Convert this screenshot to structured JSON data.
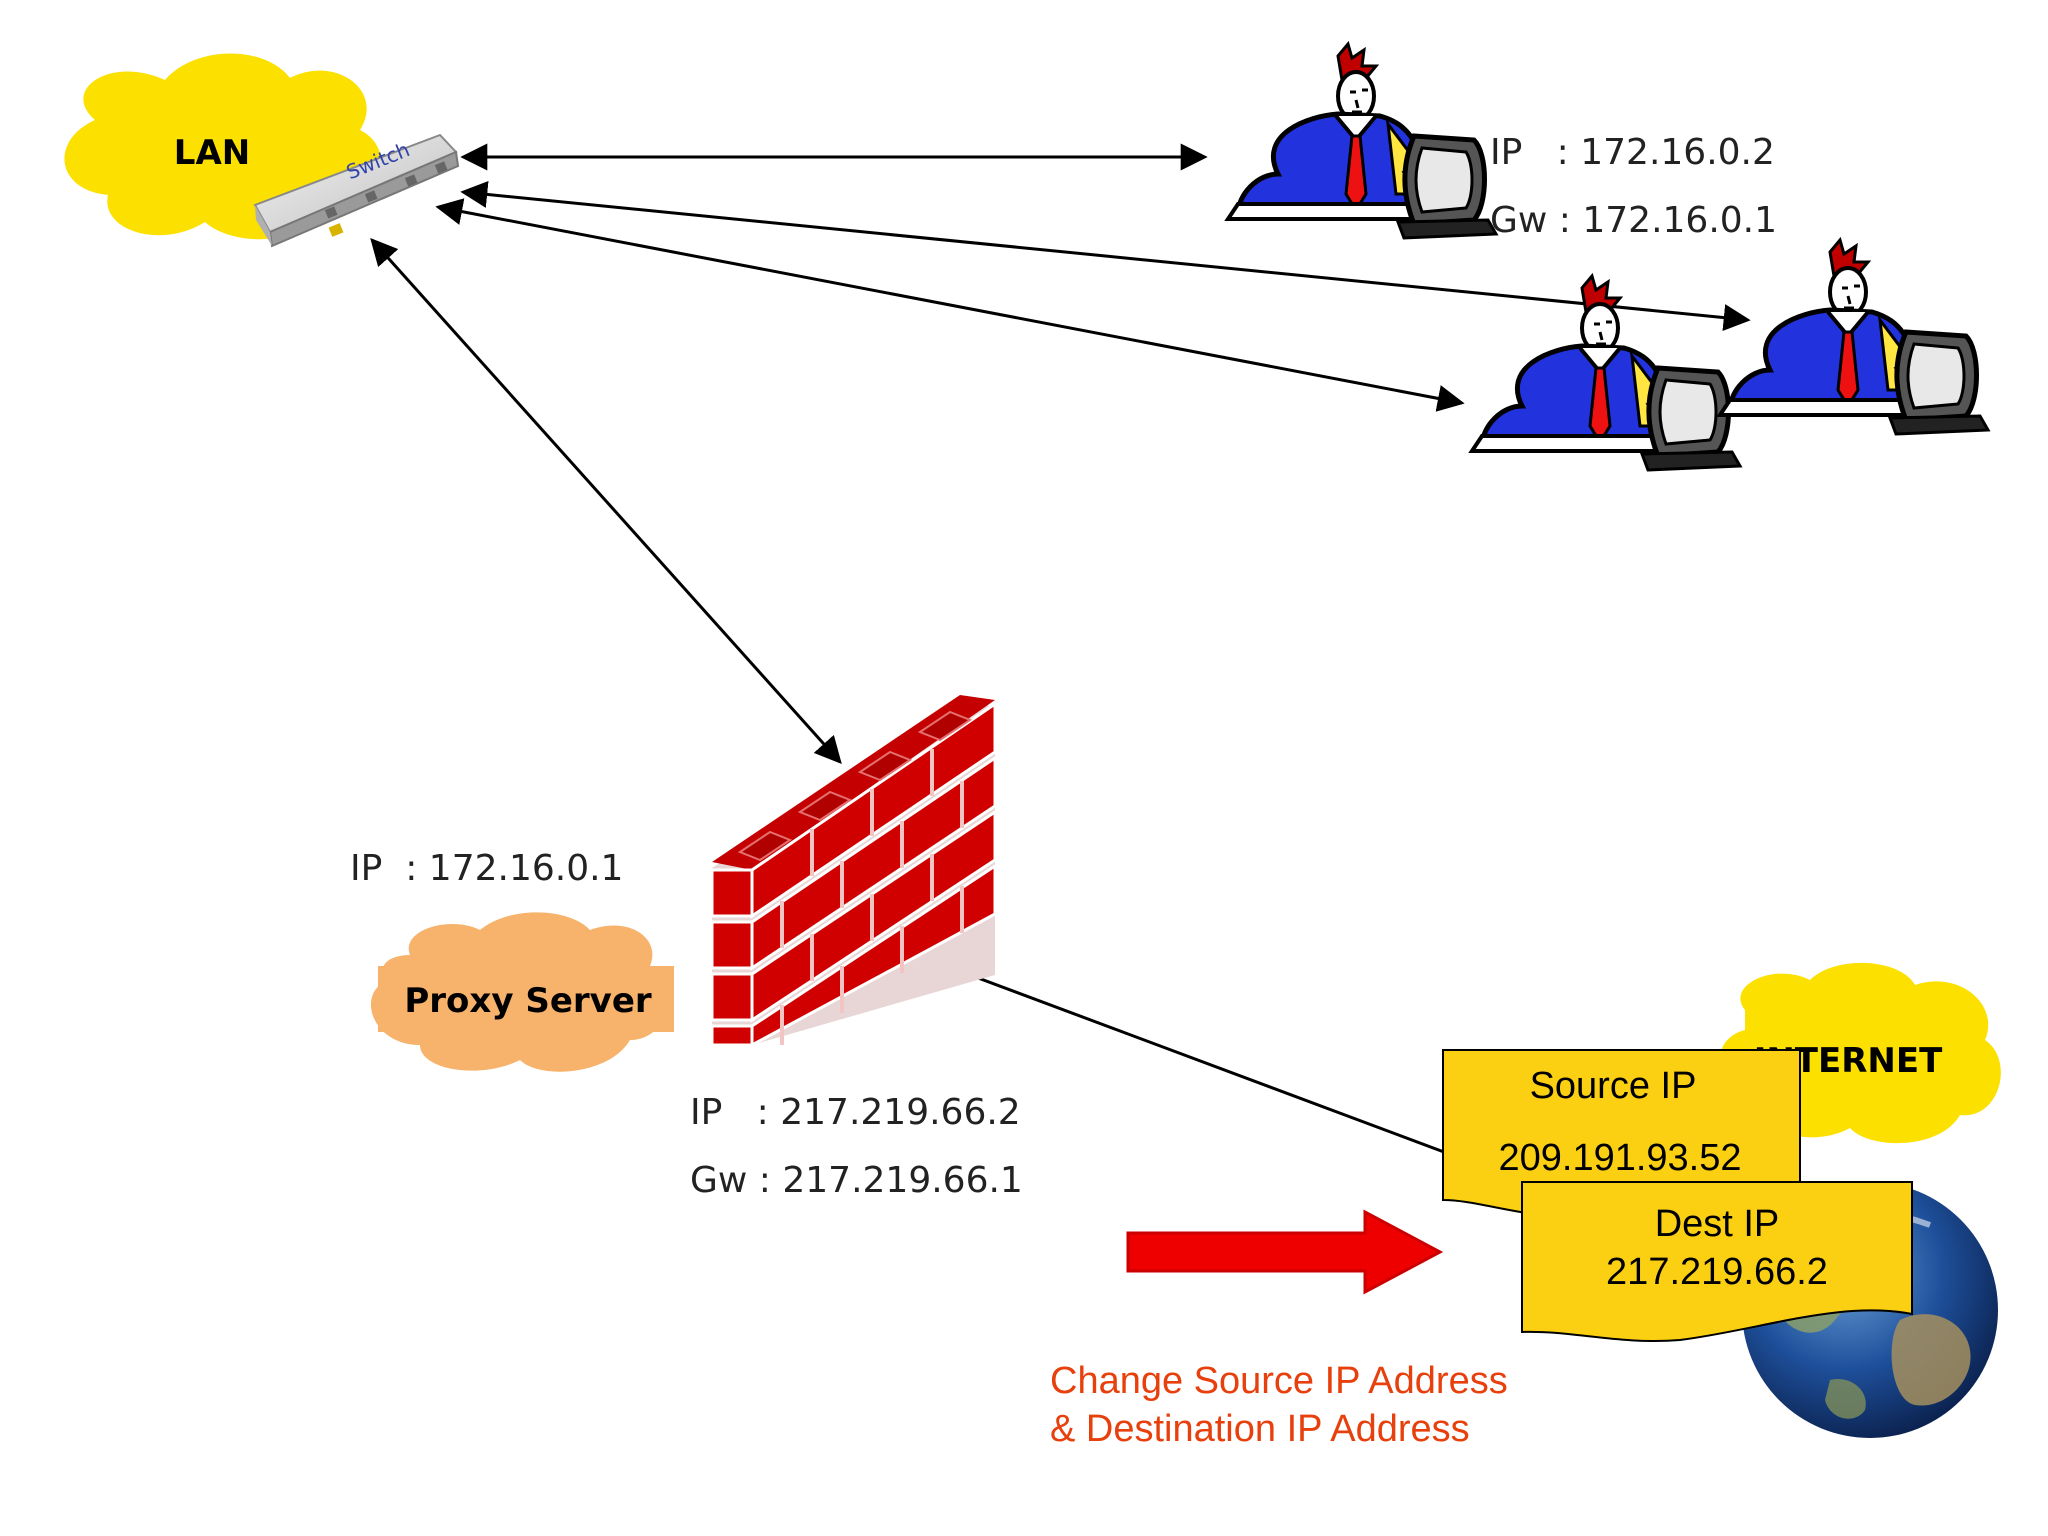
{
  "clouds": {
    "lan": "LAN",
    "proxy": "Proxy Server",
    "internet": "INTERNET"
  },
  "switch": {
    "label": "Switch"
  },
  "client1": {
    "ip_line": "IP   : 172.16.0.2",
    "gw_line": "Gw : 172.16.0.1"
  },
  "firewall": {
    "lan_ip_line": "IP  : 172.16.0.1",
    "wan_ip_line": "IP   : 217.219.66.2",
    "wan_gw_line": "Gw : 217.219.66.1"
  },
  "packet": {
    "source_title": "Source IP",
    "source_value": "209.191.93.52",
    "dest_title": "Dest IP",
    "dest_value": "217.219.66.2"
  },
  "note": {
    "line1": "Change Source IP Address",
    "line2": "& Destination IP Address"
  },
  "colors": {
    "cloud_yellow": "#fbe000",
    "cloud_orange": "#f7b26b",
    "brick_red": "#d10000",
    "packet_yellow": "#fcd012",
    "arrow_red": "#ee0000",
    "note_red": "#e8400c",
    "person_blue": "#2233dd"
  }
}
